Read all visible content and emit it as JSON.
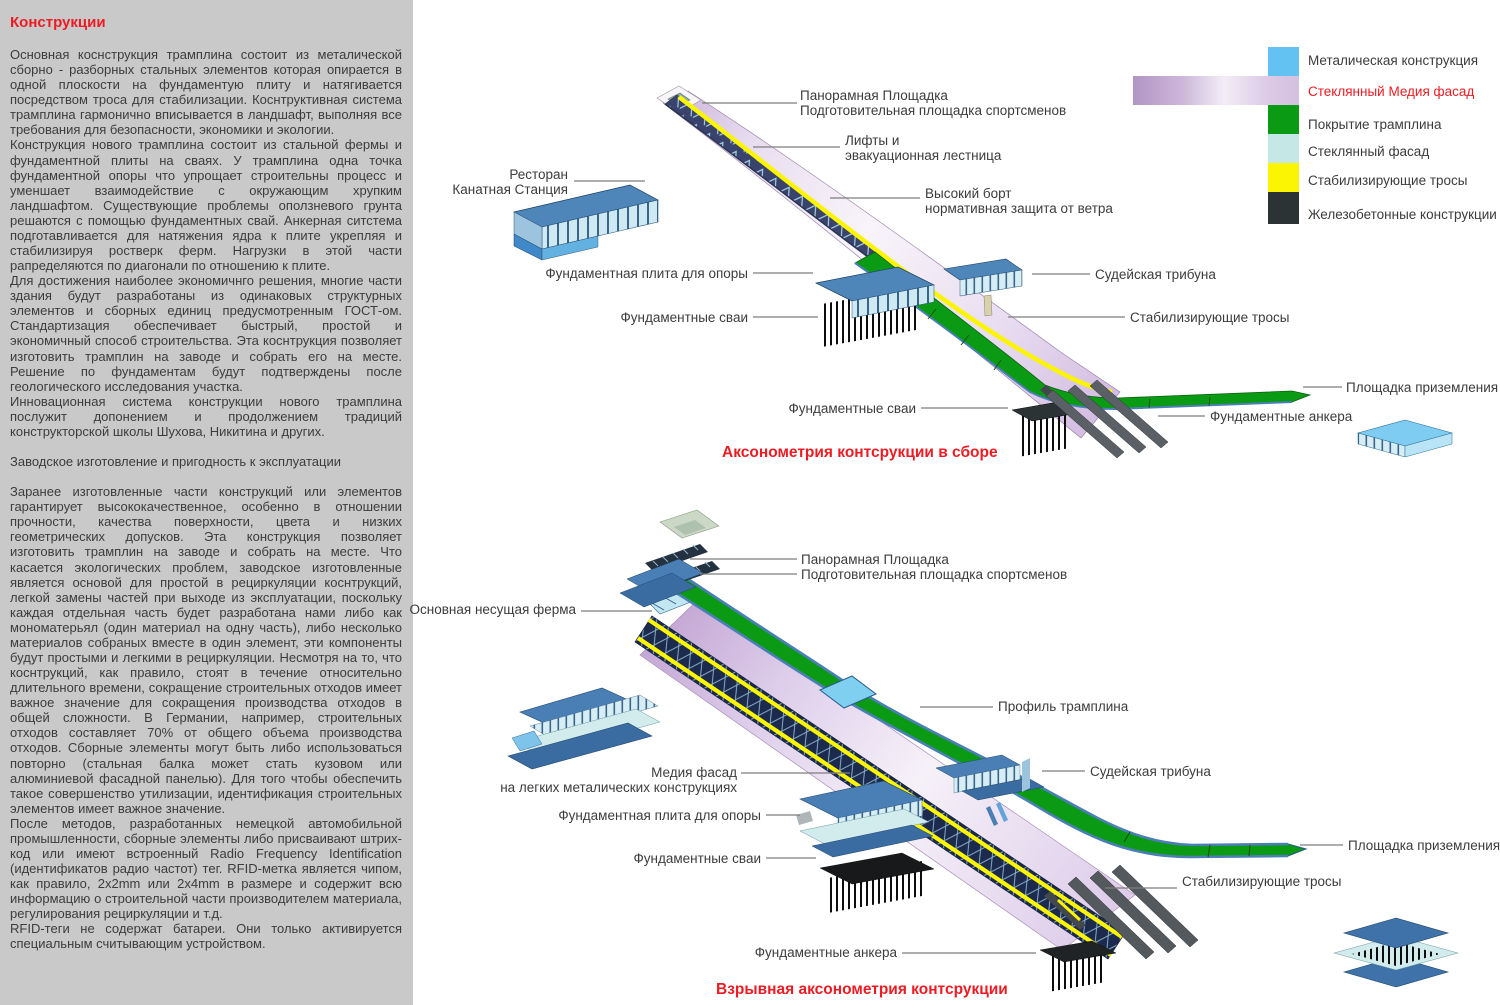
{
  "colors": {
    "accent_red": "#ed1c24",
    "panel_bg": "#c9c9c9",
    "text": "#3c3c3c",
    "leader_gray": "#7d7d7d",
    "metal_blue": "#63c2f2",
    "media_purple": "#d9c6e2",
    "cover_green": "#0a9a14",
    "glass_cyan": "#c5e8e6",
    "cable_yellow": "#fbf504",
    "concrete_dark": "#2b3334",
    "steel_blue": "#4e86ba"
  },
  "panel": {
    "title": "Конструкции",
    "paragraphs": [
      "Основная коснструкция трамплина состоит из металической сборно - разборных стальных элементов которая опирается в одной плоскости на фундаментую плиту и натягивается посредством троса для стабилизации. Коснтруктивная система трамплина гармонично вписывается в ландшафт, выполняя все требования для безопасности, экономики и экологии.",
      "Конструкция нового трамплина состоит из стальной фермы и фундаментной плиты на сваях. У трамплина одна точка фундаментной опоры что упрощает строительны процесс и уменшает взаимодействие с окружающим хрупким ландшафтом. Существующие проблемы оползневого грунта решаются с помощью фундаментных свай. Анкерная ситстема подготавливается для натяжения ядра к плите укрепляя и стабилизируя ростверк ферм. Нагрузки в этой части рапределяются по диагонали по отношению к плите.",
      "Для достижения наиболее экономичнго решения, многие части здания будут разработаны из одинаковых структурных элементов и сборных единиц предусмотренным ГОСТ-ом. Стандартизация обеспечивает быстрый, простой и экономичный способ строительства. Эта коснтрукция позволяет изготовить трамплин на заводе и собрать его на месте. Решение по фундаментам будут подтверждены после геологического исследования участка.",
      "Инновационная система конструкции нового трамплина послужит допонением и продолжением традиций конструкторской школы Шухова, Никитина и других."
    ],
    "subheading": "Заводское изготовление и пригодность к эксплуатации",
    "paragraphs2": [
      "Заранее изготовленные части конструкций или элементов гарантирует высококачественное, особенно в отношении прочности, качества поверхности, цвета и низких геометрических допусков. Эта конструкция позволяет изготовить трамплин на заводе и собрать на месте. Что касается экологических проблем, заводское изготовленные является основой для простой в рециркуляции коснтрукций, легкой замены частей при выходе из эксплуатации, поскольку каждая отдельная часть будет разработана нами либо как мономатерьял (один материал на одну часть), либо несколько материалов собраных вместе в один элемент, эти компоненты будут простыми и легкими в рециркуляции. Несмотря на то, что коснтрукций, как правило, стоят в течение относительно длительного времени, сокращение строительных отходов имеет важное значение для сокращения производства отходов в общей сложности. В Германии, например, строительных отходов составляет 70% от общего объема производства отходов. Сборные элементы могут быть либо использоваться повторно (стальная балка может стать кузовом или алюминиевой фасадной панелью). Для того чтобы обеспечить такое совершенство утилизации, идентификация строительных элементов имеет важное значение.",
      "После методов, разработанных немецкой автомобильной промышленности, сборные элементы либо присваивают штрих-код или имеют встроенный Radio Frequency Identification (идентификатов радио частот) тег. RFID-метка является чипом, как правило, 2x2mm или 2x4mm в размере и содержит всю информацию о строительной части производителем материала, регулирования рециркуляции и т.д.",
      "RFID-теги не содержат батареи. Они только активируется специальным считывающим устройством."
    ]
  },
  "legend": {
    "items": [
      {
        "label": "Металическая конструкция",
        "color": "#63c2f2"
      },
      {
        "label": "Стеклянный Медия фасад",
        "color": "#d9c6e2"
      },
      {
        "label": "Покрытие трамплина",
        "color": "#0a9a14"
      },
      {
        "label": "Стеклянный фасад",
        "color": "#c5e8e6"
      },
      {
        "label": "Стабилизирующие тросы",
        "color": "#fbf504"
      },
      {
        "label": "Железобетонные конструкции",
        "color": "#2b3334"
      }
    ]
  },
  "diagram_top": {
    "caption": "Аксонометрия контсрукции в сборе",
    "labels": {
      "panoramic1": "Панорамная Площадка",
      "panoramic2": "Подготовительная площадка спортсменов",
      "lifts1": "Лифты и",
      "lifts2": "эвакуационная лестница",
      "restaurant1": "Ресторан",
      "restaurant2": "Канатная Станция",
      "board1": "Высокий борт",
      "board2": "нормативная защита от ветра",
      "plate": "Фундаментная плита для опоры",
      "tribune": "Судейская трибуна",
      "piles": "Фундаментные сваи",
      "cables": "Стабилизирующие тросы",
      "landing": "Площадка приземления",
      "piles2": "Фундаментные сваи",
      "anchors": "Фундаментные анкера"
    }
  },
  "diagram_bottom": {
    "caption": "Взрывная аксонометрия контсрукции",
    "labels": {
      "panoramic": "Панорамная Площадка",
      "prep": "Подготовительная площадка спортсменов",
      "truss": "Основная несущая ферма",
      "profile": "Профиль трамплина",
      "tribune": "Судейская трибуна",
      "media1": "Медия фасад",
      "media2": "на легких металических конструкциях",
      "plate": "Фундаментная плита для опоры",
      "piles": "Фундаментные сваи",
      "landing": "Площадка приземления",
      "cables": "Стабилизирующие тросы",
      "anchors": "Фундаментные анкера"
    }
  }
}
